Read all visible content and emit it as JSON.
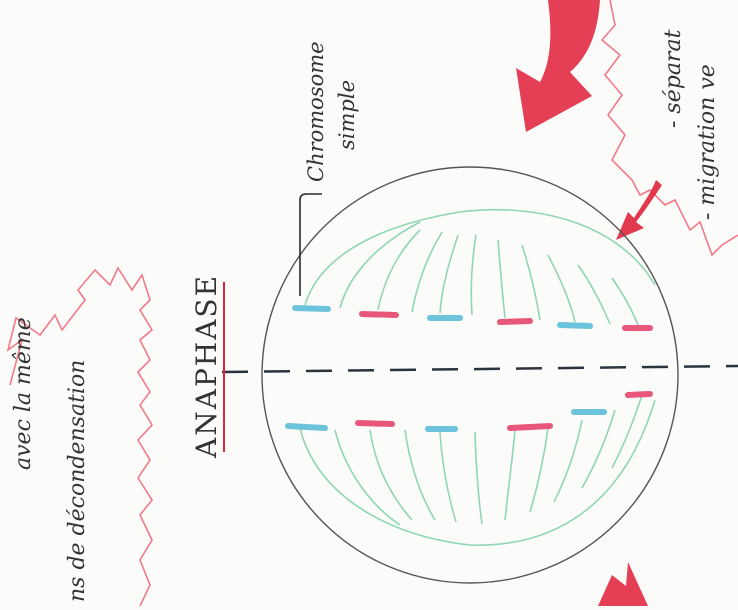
{
  "title": "ANAPHASE",
  "labels": {
    "chromosome_line1": "Chromosome",
    "chromosome_line2": "simple"
  },
  "left_note": {
    "line1": "avec la même",
    "line2": "ns de décondensation"
  },
  "right_note": {
    "line1": "- séparat",
    "line2": "- migration ve"
  },
  "colors": {
    "cell_outline": "#555555",
    "spindle": "#8fd6b2",
    "chromosome_blue": "#6cc3dc",
    "chromosome_red": "#e8577a",
    "accent_red": "#e0243c",
    "ink": "#333333"
  }
}
